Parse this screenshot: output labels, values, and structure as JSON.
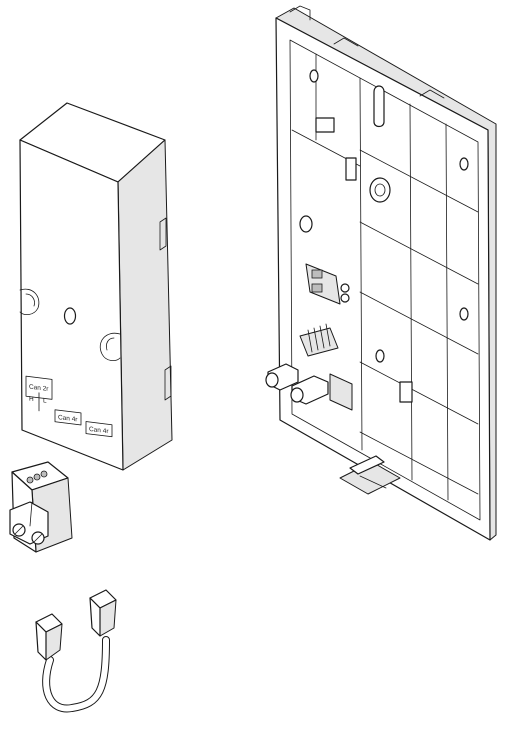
{
  "module": {
    "labels": {
      "can2": "Can 2r",
      "h": "H",
      "l": "L",
      "can4a": "Can 4r",
      "can4b": "Can 4r"
    }
  }
}
